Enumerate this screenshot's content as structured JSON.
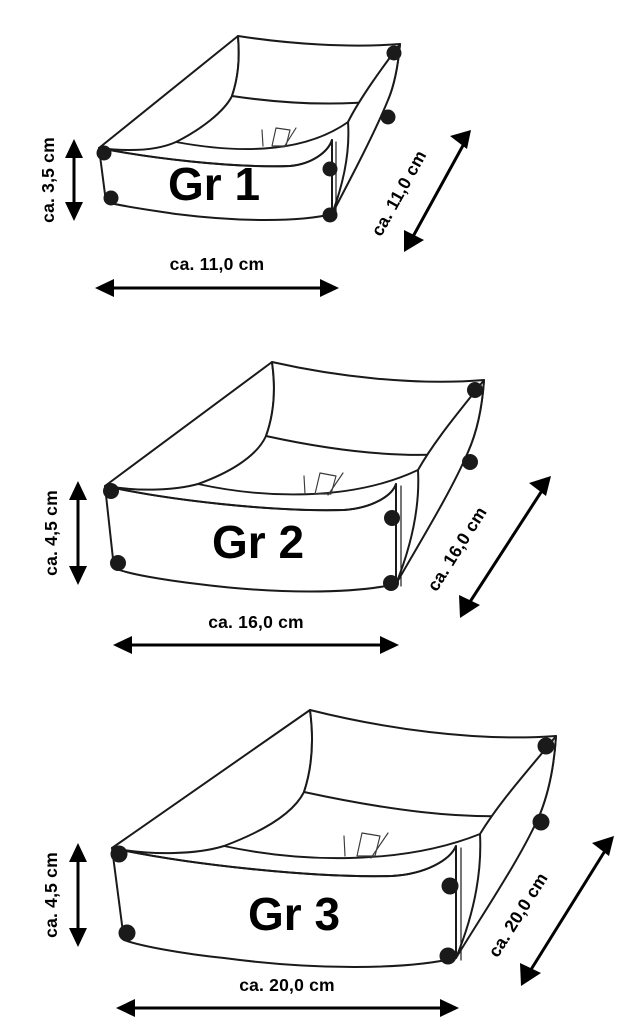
{
  "page": {
    "title": "Groessenuebersicht Faltschale",
    "background_color": "#ffffff",
    "line_color": "#1a1a1a",
    "text_color": "#000000"
  },
  "figures": [
    {
      "size_label": "Gr 1",
      "width_label": "ca. 11,0 cm",
      "height_label": "ca. 3,5 cm",
      "depth_label": "ca. 11,0 cm",
      "width_cm": 11.0,
      "height_cm": 3.5,
      "depth_cm": 11.0,
      "snap_button_count": 6
    },
    {
      "size_label": "Gr 2",
      "width_label": "ca. 16,0 cm",
      "height_label": "ca. 4,5 cm",
      "depth_label": "ca. 16,0 cm",
      "width_cm": 16.0,
      "height_cm": 4.5,
      "depth_cm": 16.0,
      "snap_button_count": 6
    },
    {
      "size_label": "Gr 3",
      "width_label": "ca. 20,0 cm",
      "height_label": "ca. 4,5 cm",
      "depth_label": "ca. 20,0 cm",
      "width_cm": 20.0,
      "height_cm": 4.5,
      "depth_cm": 20.0,
      "snap_button_count": 6
    }
  ],
  "legend": {
    "unit": "cm",
    "approx_prefix": "ca."
  }
}
